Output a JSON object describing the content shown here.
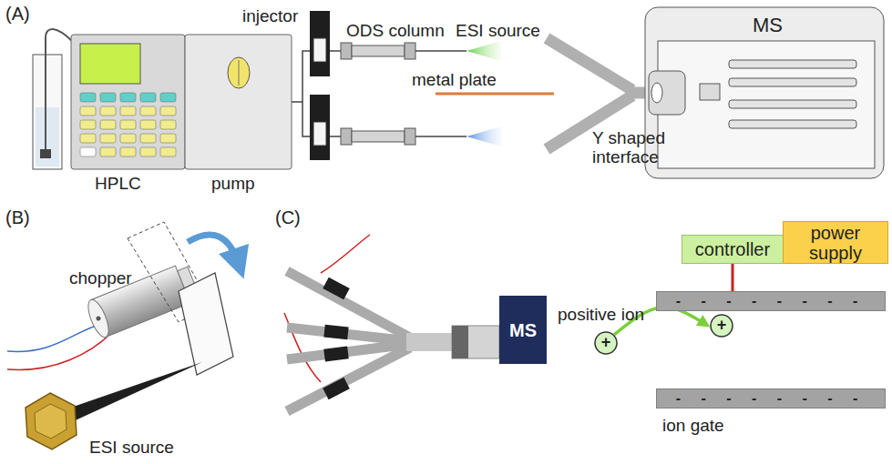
{
  "diagram": {
    "nodes": [
      {
        "text": [
          "controller"
        ]
      },
      {
        "text": [
          "power supply"
        ]
      },
      {
        "text": [
          "MS"
        ]
      },
      {
        "text": [
          "+"
        ]
      },
      {
        "text": [
          "+"
        ]
      },
      {
        "text": [
          "- - - - - - - -"
        ]
      },
      {
        "text": [
          "- - - - - - - -"
        ]
      }
    ],
    "edges": [
      {
        "from": 0,
        "to": 5,
        "arrow": "none"
      },
      {
        "from": 3,
        "to": 4,
        "arrow": "to"
      }
    ],
    "labels": [
      "(A)",
      "injector",
      "ODS column",
      "ESI source",
      "metal plate",
      "Y shaped interface",
      "MS",
      "HPLC",
      "pump",
      "(B)",
      "chopper",
      "ESI source",
      "(C)",
      "positive ion",
      "ion gate"
    ]
  }
}
